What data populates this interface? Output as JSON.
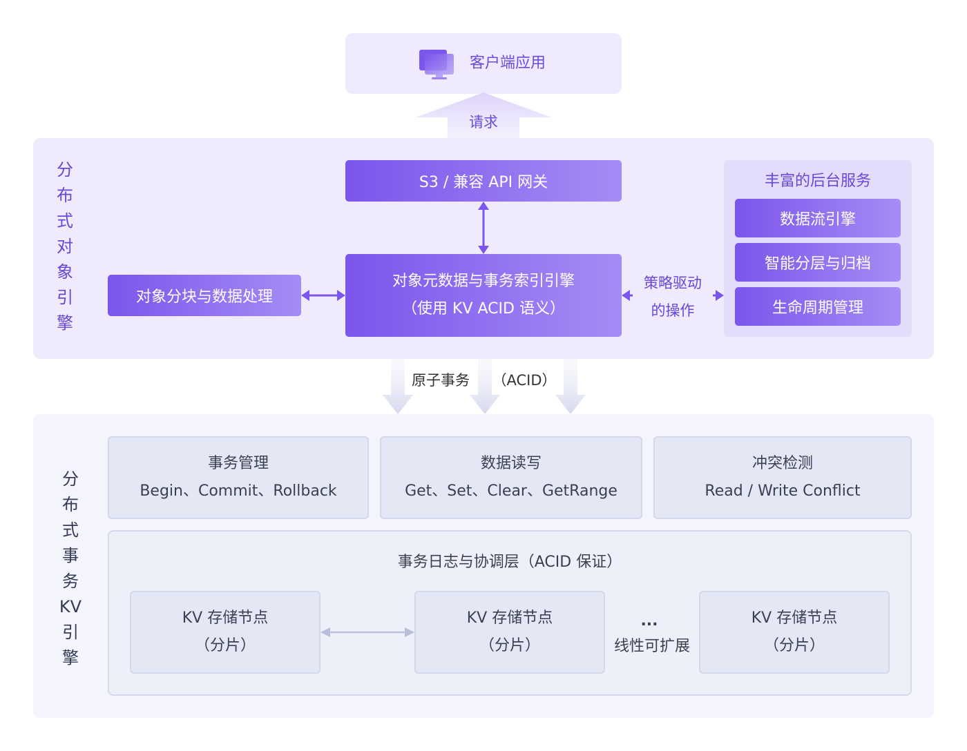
{
  "client": {
    "label": "客户端应用",
    "icon": "monitor-icon"
  },
  "request_label": "请求",
  "object_engine": {
    "vertical_label": [
      "分",
      "布",
      "式",
      "对",
      "象",
      "引",
      "擎"
    ],
    "gateway": "S3 / 兼容 API 网关",
    "metadata_line1": "对象元数据与事务索引引擎",
    "metadata_line2": "（使用 KV ACID 语义）",
    "chunking": "对象分块与数据处理",
    "policy_line1": "策略驱动",
    "policy_line2": "的操作",
    "services": {
      "title": "丰富的后台服务",
      "items": [
        "数据流引擎",
        "智能分层与归档",
        "生命周期管理"
      ]
    }
  },
  "acid": {
    "label1": "原子事务",
    "label2": "（ACID）"
  },
  "kv_engine": {
    "vertical_label": [
      "分",
      "布",
      "式",
      "事",
      "务",
      "KV",
      "引",
      "擎"
    ],
    "cards": [
      {
        "title": "事务管理",
        "detail": "Begin、Commit、Rollback"
      },
      {
        "title": "数据读写",
        "detail": "Get、Set、Clear、GetRange"
      },
      {
        "title": "冲突检测",
        "detail": "Read / Write Conflict"
      }
    ],
    "log_layer": {
      "title": "事务日志与协调层（ACID 保证）",
      "nodes": [
        {
          "line1": "KV 存储节点",
          "line2": "（分片）"
        },
        {
          "line1": "KV 存储节点",
          "line2": "（分片）"
        },
        {
          "line1": "KV 存储节点",
          "line2": "（分片）"
        }
      ],
      "ellipsis": "...",
      "scale_label": "线性可扩展"
    }
  },
  "colors": {
    "accent": "#7c55ec",
    "accent_light": "#a58cf5",
    "panel": "#efebfd",
    "grey_panel": "#f4f5fc"
  }
}
